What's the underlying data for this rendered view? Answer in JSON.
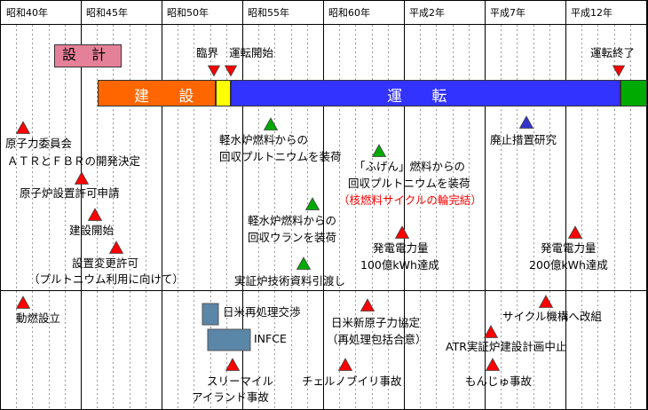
{
  "colors": {
    "grid_major": "#000000",
    "grid_minor": "#999999",
    "design_box": "#e58099",
    "construction": "#ff6600",
    "criticality_to_start": "#ffff00",
    "operation": "#3333ff",
    "after_operation": "#00aa00",
    "triangle_red": "#ff0000",
    "triangle_green": "#00aa00",
    "triangle_blue": "#3333cc",
    "event_box": "#5a86a8",
    "highlight_text": "#ff0000"
  },
  "era_labels": [
    "昭和40年",
    "昭和45年",
    "昭和50年",
    "昭和55年",
    "昭和60年",
    "平成2年",
    "平成7年",
    "平成12年"
  ],
  "phases": {
    "design": "設 計",
    "criticality": "臨界",
    "operation_start": "運転開始",
    "operation_end": "運転終了",
    "construction": "建 設",
    "operation": "運 転"
  },
  "milestones": {
    "atomic_commission": "原子力委員会",
    "atr_fbr_decision": "ＡＴＲとＦＢＲの開発決定",
    "reactor_license_application": "原子炉設置許可申請",
    "construction_start": "建設開始",
    "modification_permit": "設置変更許可",
    "modification_permit_note": "（プルトニウム利用に向けて）",
    "lwr_pu_loading_1": "軽水炉燃料からの",
    "lwr_pu_loading_2": "回収プルトニウムを装荷",
    "fugen_pu_loading_1": "「ふげん」燃料からの",
    "fugen_pu_loading_2": "回収プルトニウムを装荷",
    "fuel_cycle_complete": "（核燃料サイクルの輪完結）",
    "lwr_u_loading_1": "軽水炉燃料からの",
    "lwr_u_loading_2": "回収ウランを装荷",
    "tech_transfer": "実証炉技術資料引渡し",
    "power_10b_1": "発電電力量",
    "power_10b_2": "100億kWh達成",
    "power_20b_1": "発電電力量",
    "power_20b_2": "200億kWh達成",
    "decommissioning_research": "廃止措置研究"
  },
  "events": {
    "pnc_established": "動燃設立",
    "jp_us_reprocessing": "日米再処理交渉",
    "infce": "INFCE",
    "tmi_1": "スリーマイル",
    "tmi_2": "アイランド事故",
    "jp_us_agreement_1": "日米新原子力協定",
    "jp_us_agreement_2": "（再処理包括合意）",
    "chernobyl": "チェルノブイリ事故",
    "atr_plan_cancel": "ATR実証炉建設計画中止",
    "cycle_org": "サイクル機構へ改組",
    "monju": "もんじゅ事故"
  }
}
